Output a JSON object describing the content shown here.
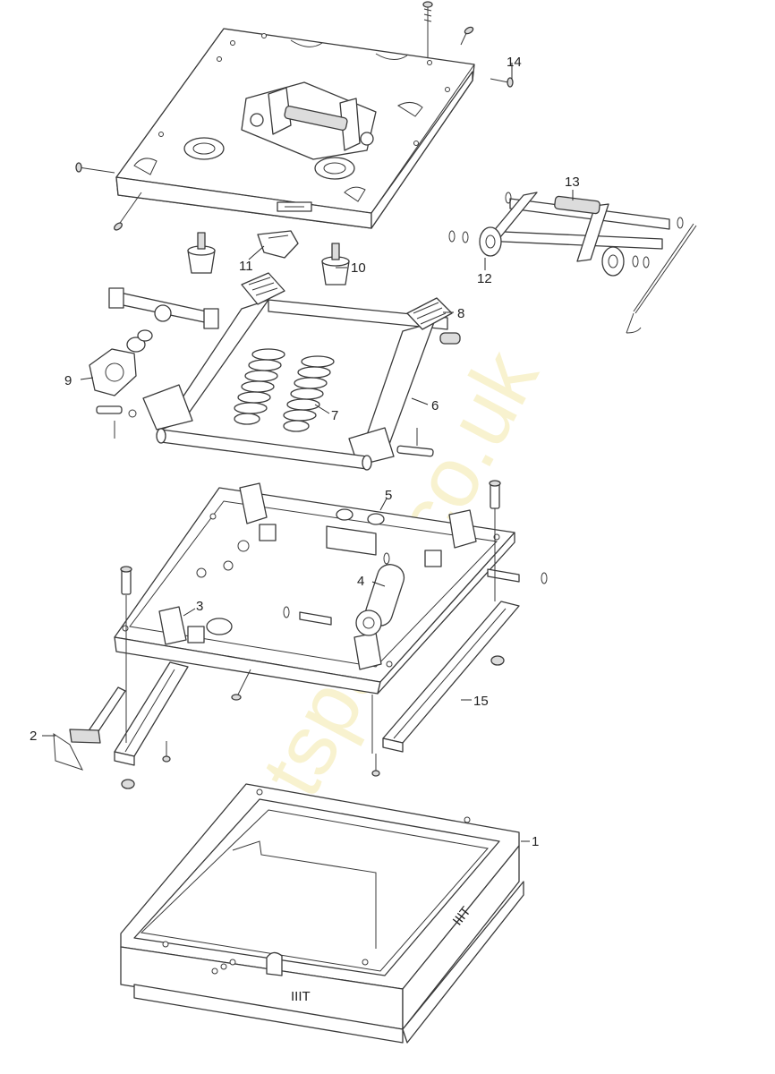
{
  "diagram": {
    "callouts": [
      {
        "label": "1",
        "id": "base-frame"
      },
      {
        "label": "2",
        "id": "height-lever"
      },
      {
        "label": "3",
        "id": "lower-plate-bracket"
      },
      {
        "label": "4",
        "id": "roller-shaft"
      },
      {
        "label": "5",
        "id": "plate-bushing"
      },
      {
        "label": "6",
        "id": "scissor-arm"
      },
      {
        "label": "7",
        "id": "tension-springs"
      },
      {
        "label": "8",
        "id": "pivot-housing"
      },
      {
        "label": "9",
        "id": "adjustment-knob"
      },
      {
        "label": "10",
        "id": "rubber-buffer-right"
      },
      {
        "label": "11",
        "id": "buffer-clip"
      },
      {
        "label": "12",
        "id": "damper-roller"
      },
      {
        "label": "13",
        "id": "cross-shaft"
      },
      {
        "label": "14",
        "id": "top-plate-screw"
      },
      {
        "label": "15",
        "id": "slide-rail"
      }
    ],
    "base_markings": [
      "IIIT",
      "IIIT"
    ]
  },
  "watermark": {
    "text": "outletsparts.co.uk",
    "color": "#f3e9a8"
  }
}
